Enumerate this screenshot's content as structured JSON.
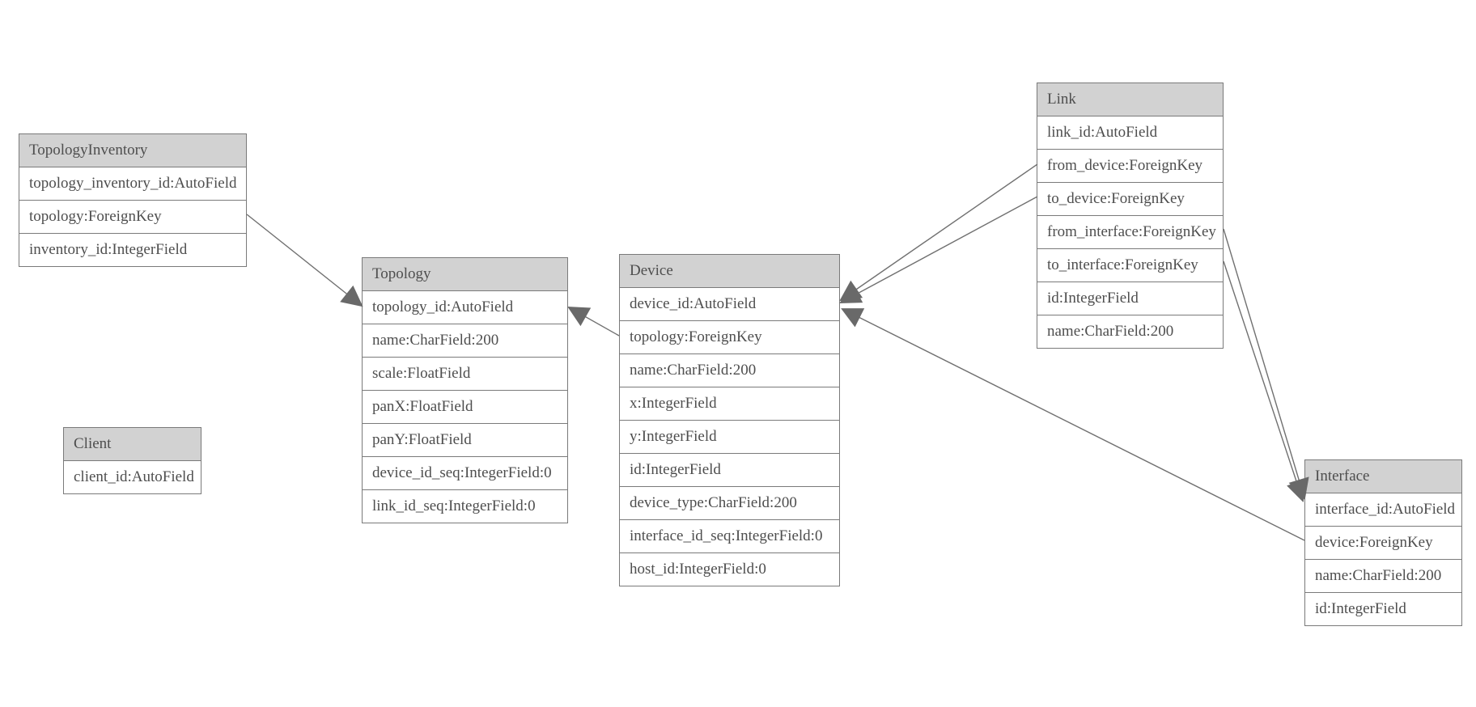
{
  "diagram": {
    "type": "entity-relationship-model",
    "colors": {
      "background": "#ffffff",
      "entity_header_bg": "#d2d2d2",
      "entity_row_bg": "#ffffff",
      "entity_border": "#7a7a7a",
      "text": "#4e4e4e",
      "relationship_line": "#707070",
      "arrowhead_fill": "#696969"
    },
    "entities": [
      {
        "name": "TopologyInventory",
        "fields": [
          "topology_inventory_id:AutoField",
          "topology:ForeignKey",
          "inventory_id:IntegerField"
        ]
      },
      {
        "name": "Topology",
        "fields": [
          "topology_id:AutoField",
          "name:CharField:200",
          "scale:FloatField",
          "panX:FloatField",
          "panY:FloatField",
          "device_id_seq:IntegerField:0",
          "link_id_seq:IntegerField:0"
        ]
      },
      {
        "name": "Client",
        "fields": [
          "client_id:AutoField"
        ]
      },
      {
        "name": "Device",
        "fields": [
          "device_id:AutoField",
          "topology:ForeignKey",
          "name:CharField:200",
          "x:IntegerField",
          "y:IntegerField",
          "id:IntegerField",
          "device_type:CharField:200",
          "interface_id_seq:IntegerField:0",
          "host_id:IntegerField:0"
        ]
      },
      {
        "name": "Link",
        "fields": [
          "link_id:AutoField",
          "from_device:ForeignKey",
          "to_device:ForeignKey",
          "from_interface:ForeignKey",
          "to_interface:ForeignKey",
          "id:IntegerField",
          "name:CharField:200"
        ]
      },
      {
        "name": "Interface",
        "fields": [
          "interface_id:AutoField",
          "device:ForeignKey",
          "name:CharField:200",
          "id:IntegerField"
        ]
      }
    ],
    "relationships": [
      {
        "from": "TopologyInventory.topology:ForeignKey",
        "to": "Topology"
      },
      {
        "from": "Device.topology:ForeignKey",
        "to": "Topology"
      },
      {
        "from": "Link.from_device:ForeignKey",
        "to": "Device"
      },
      {
        "from": "Link.to_device:ForeignKey",
        "to": "Device"
      },
      {
        "from": "Interface.device:ForeignKey",
        "to": "Device"
      },
      {
        "from": "Link.from_interface:ForeignKey",
        "to": "Interface"
      },
      {
        "from": "Link.to_interface:ForeignKey",
        "to": "Interface"
      }
    ]
  }
}
